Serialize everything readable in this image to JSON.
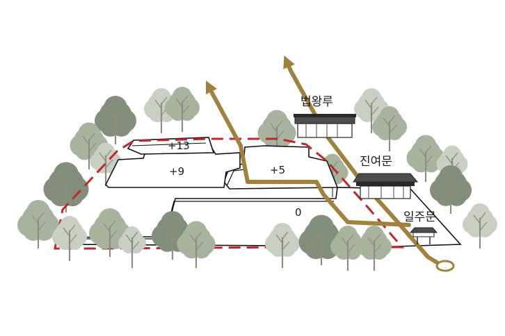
{
  "colors": {
    "path": "#a0813e",
    "boundary": "#c4242c",
    "terrace_line": "#111111",
    "tree_light": "#c9d0c3",
    "tree_mid": "#a8b39d",
    "tree_dark": "#838f7b",
    "trunk": "#8d8d88",
    "roof": "#4d4d4d"
  },
  "terraces": [
    {
      "level": "+13"
    },
    {
      "level": "+9"
    },
    {
      "level": "+5"
    },
    {
      "level": "0"
    }
  ],
  "buildings": [
    {
      "name": "법왕루",
      "icon": "korean-hall-icon"
    },
    {
      "name": "진여문",
      "icon": "korean-gate-icon"
    },
    {
      "name": "일주문",
      "icon": "korean-gate-small-icon"
    }
  ]
}
